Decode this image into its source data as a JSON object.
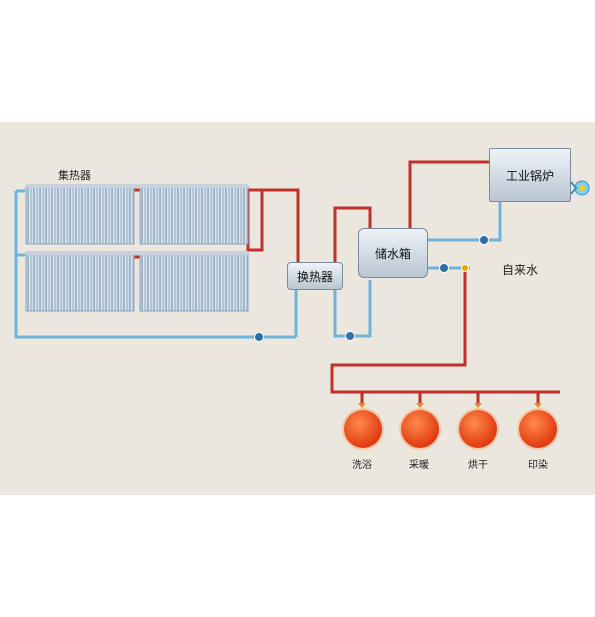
{
  "labels": {
    "collector": "集热器",
    "heat_exchanger": "换热器",
    "storage_tank": "储水箱",
    "boiler": "工业锅炉",
    "tap_water": "自来水"
  },
  "end_uses": [
    {
      "label": "洗浴",
      "icon": "shower-icon"
    },
    {
      "label": "采暖",
      "icon": "heating-icon"
    },
    {
      "label": "烘干",
      "icon": "drying-icon"
    },
    {
      "label": "印染",
      "icon": "dyeing-icon"
    }
  ],
  "colors": {
    "hot_pipe": "#c2302a",
    "cold_pipe": "#6eb4d9",
    "background": "#ebe7de"
  }
}
